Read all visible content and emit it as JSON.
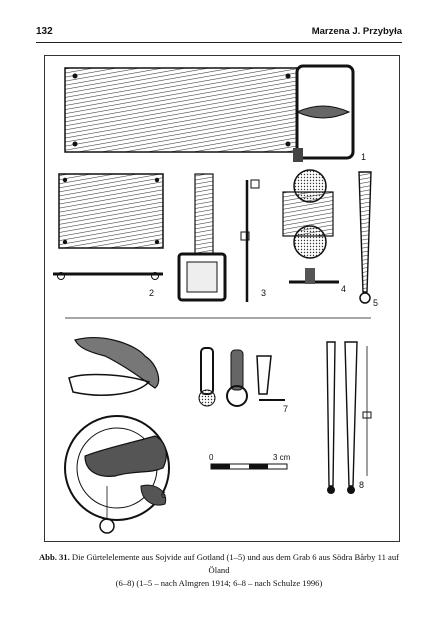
{
  "header": {
    "page_number": "132",
    "author": "Marzena J. Przybyła"
  },
  "figure": {
    "item_labels": [
      "1",
      "2",
      "3",
      "4",
      "5",
      "6",
      "7",
      "8"
    ],
    "scale_bar": {
      "start": "0",
      "end": "3 cm"
    }
  },
  "caption": {
    "label": "Abb. 31.",
    "line1": " Die Gürtelelemente aus Sojvide auf Gotland (1–5) und aus dem Grab 6 aus Södra Bårby 11 auf Öland",
    "line2": "(6–8) (1–5 – nach Almgren 1914; 6–8 – nach Schulze 1996)"
  }
}
